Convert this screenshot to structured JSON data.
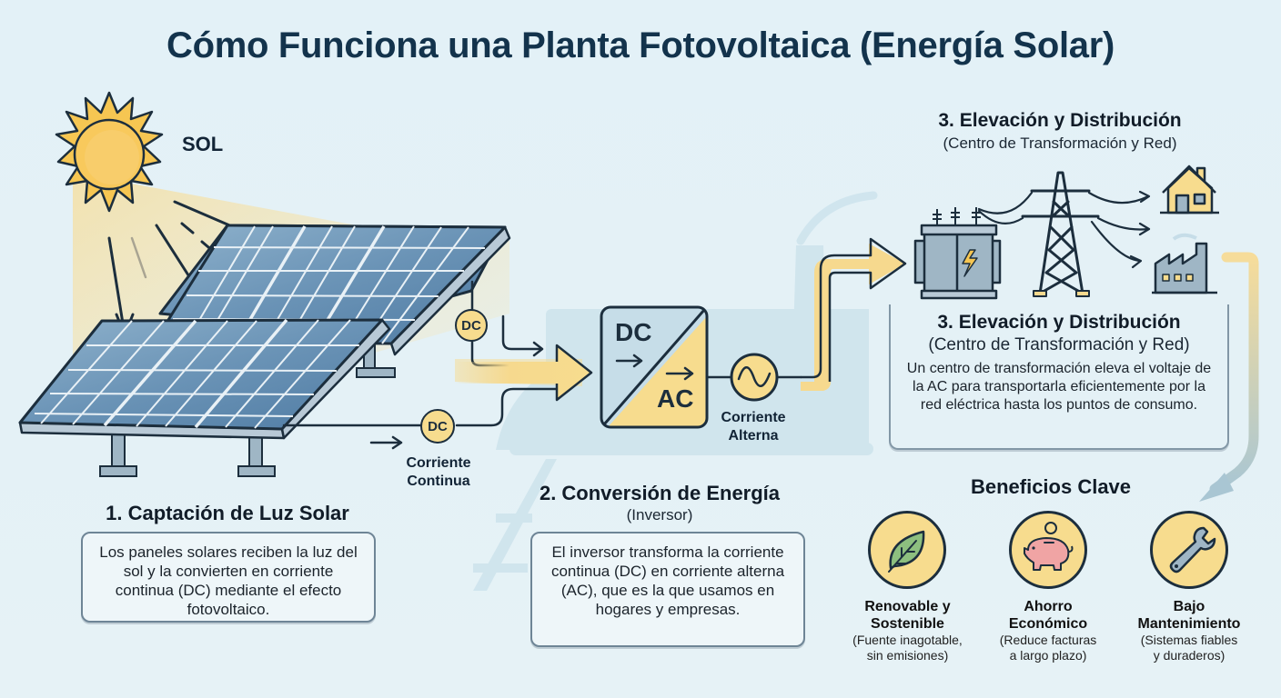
{
  "title": "Cómo Funciona una Planta Fotovoltaica (Energía Solar)",
  "sun": {
    "label": "SOL",
    "icon": "sun-icon"
  },
  "colors": {
    "navy": "#13334c",
    "outline": "#1c2e3d",
    "yellow": "#f7dc8e",
    "panel_blue": "#5f87aa",
    "light_blue": "#c6dde8",
    "background": "#e3f1f7"
  },
  "flow": {
    "dc_badge_top": "DC",
    "dc_badge_bottom": "DC",
    "dc_label_line1": "Corriente",
    "dc_label_line2": "Continua",
    "inverter_dc": "DC",
    "inverter_ac": "AC",
    "ac_label_line1": "Corriente",
    "ac_label_line2": "Alterna"
  },
  "step1": {
    "title": "1. Captación de Luz Solar",
    "description": "Los paneles solares reciben la luz del sol y la convierten en corriente continua (DC) mediante el efecto fotovoltaico."
  },
  "step2": {
    "title": "2. Conversión de Energía",
    "subtitle": "(Inversor)",
    "description": "El inversor transforma la corriente continua (DC) en corriente alterna (AC), que es la que usamos en hogares y empresas."
  },
  "step3_header": {
    "title": "3. Elevación y Distribución",
    "subtitle": "(Centro de Transformación y Red)"
  },
  "step3": {
    "title": "3. Elevación y Distribución",
    "subtitle": "(Centro de Transformación y Red)",
    "description": "Un centro de transformación eleva el voltaje de la AC para transportarla eficientemente por la red eléctrica hasta los puntos de consumo."
  },
  "benefits": {
    "title": "Beneficios Clave",
    "items": [
      {
        "icon": "leaf-icon",
        "title_line1": "Renovable y",
        "title_line2": "Sostenible",
        "desc_line1": "(Fuente inagotable,",
        "desc_line2": "sin emisiones)"
      },
      {
        "icon": "piggy-bank-icon",
        "title_line1": "Ahorro",
        "title_line2": "Económico",
        "desc_line1": "(Reduce facturas",
        "desc_line2": "a largo plazo)"
      },
      {
        "icon": "wrench-icon",
        "title_line1": "Bajo",
        "title_line2": "Mantenimiento",
        "desc_line1": "(Sistemas fiables",
        "desc_line2": "y duraderos)"
      }
    ]
  }
}
